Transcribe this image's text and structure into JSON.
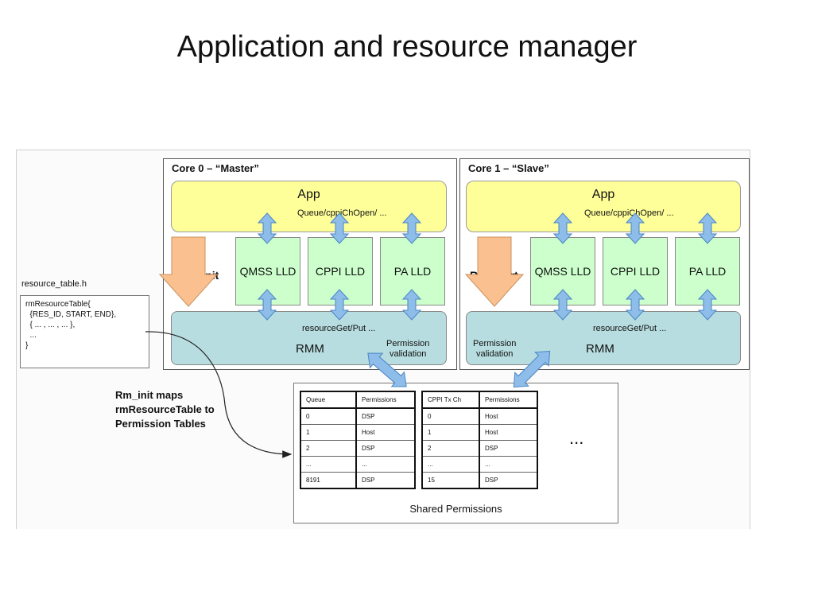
{
  "title": "Application and resource manager",
  "resource_file": {
    "label": "resource_table.h",
    "code_lines": [
      "rmResourceTable{",
      "  {RES_ID, START, END},",
      "  { ... , ... , ... },",
      "  ...",
      "}"
    ]
  },
  "caption_lines": [
    "Rm_init maps",
    "rmResourceTable to",
    "Permission Tables"
  ],
  "cores": [
    {
      "title": "Core 0 – “Master”",
      "app_label": "App",
      "app_sub": "Queue/cppiChOpen/ ...",
      "rm_label": "Rm_init",
      "llds": [
        "QMSS LLD",
        "CPPI LLD",
        "PA LLD"
      ],
      "rmm_label": "RMM",
      "rmm_sub": "resourceGet/Put ...",
      "perm_lines": [
        "Permission",
        "validation"
      ]
    },
    {
      "title": "Core 1 – “Slave”",
      "app_label": "App",
      "app_sub": "Queue/cppiChOpen/ ...",
      "rm_label": "Rm_start",
      "llds": [
        "QMSS LLD",
        "CPPI LLD",
        "PA LLD"
      ],
      "rmm_label": "RMM",
      "rmm_sub": "resourceGet/Put ...",
      "perm_lines": [
        "Permission",
        "validation"
      ]
    }
  ],
  "shared": {
    "title": "Shared Permissions",
    "ellipsis": "...",
    "tables": [
      {
        "headers": [
          "Queue",
          "Permissions"
        ],
        "rows": [
          [
            "0",
            "DSP"
          ],
          [
            "1",
            "Host"
          ],
          [
            "2",
            "DSP"
          ],
          [
            "...",
            "..."
          ],
          [
            "8191",
            "DSP"
          ]
        ]
      },
      {
        "headers": [
          "CPPI Tx Ch",
          "Permissions"
        ],
        "rows": [
          [
            "0",
            "Host"
          ],
          [
            "1",
            "Host"
          ],
          [
            "2",
            "DSP"
          ],
          [
            "...",
            "..."
          ],
          [
            "15",
            "DSP"
          ]
        ]
      }
    ]
  },
  "colors": {
    "app_fill": "#ffff99",
    "lld_fill": "#ccffcc",
    "rmm_fill": "#b8dde0",
    "arrow_blue": "#8dbde8",
    "arrow_orange": "#fac08f"
  }
}
